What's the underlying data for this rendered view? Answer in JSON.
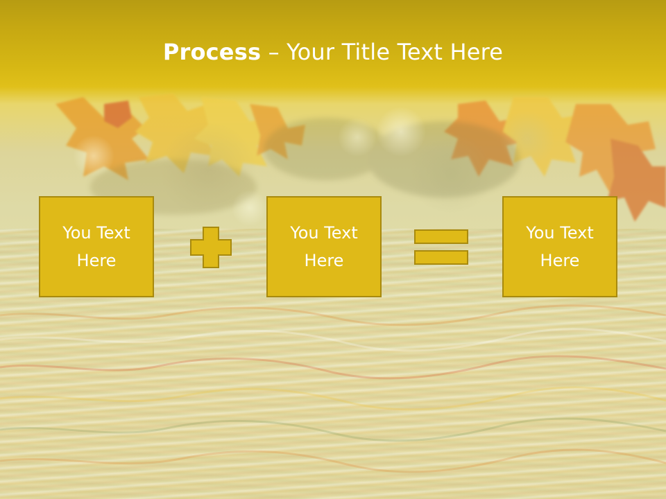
{
  "slide": {
    "title_bold": "Process",
    "title_rest": " – Your Title Text Here",
    "boxes": [
      {
        "line1": "You Text",
        "line2": "Here"
      },
      {
        "line1": "You Text",
        "line2": "Here"
      },
      {
        "line1": "You Text",
        "line2": "Here"
      }
    ],
    "operators": [
      "plus-icon",
      "equals-icon"
    ]
  },
  "colors": {
    "header": "#c9ab13",
    "box_fill": "#dfba18",
    "box_border": "#a88a0e",
    "text": "#ffffff"
  }
}
